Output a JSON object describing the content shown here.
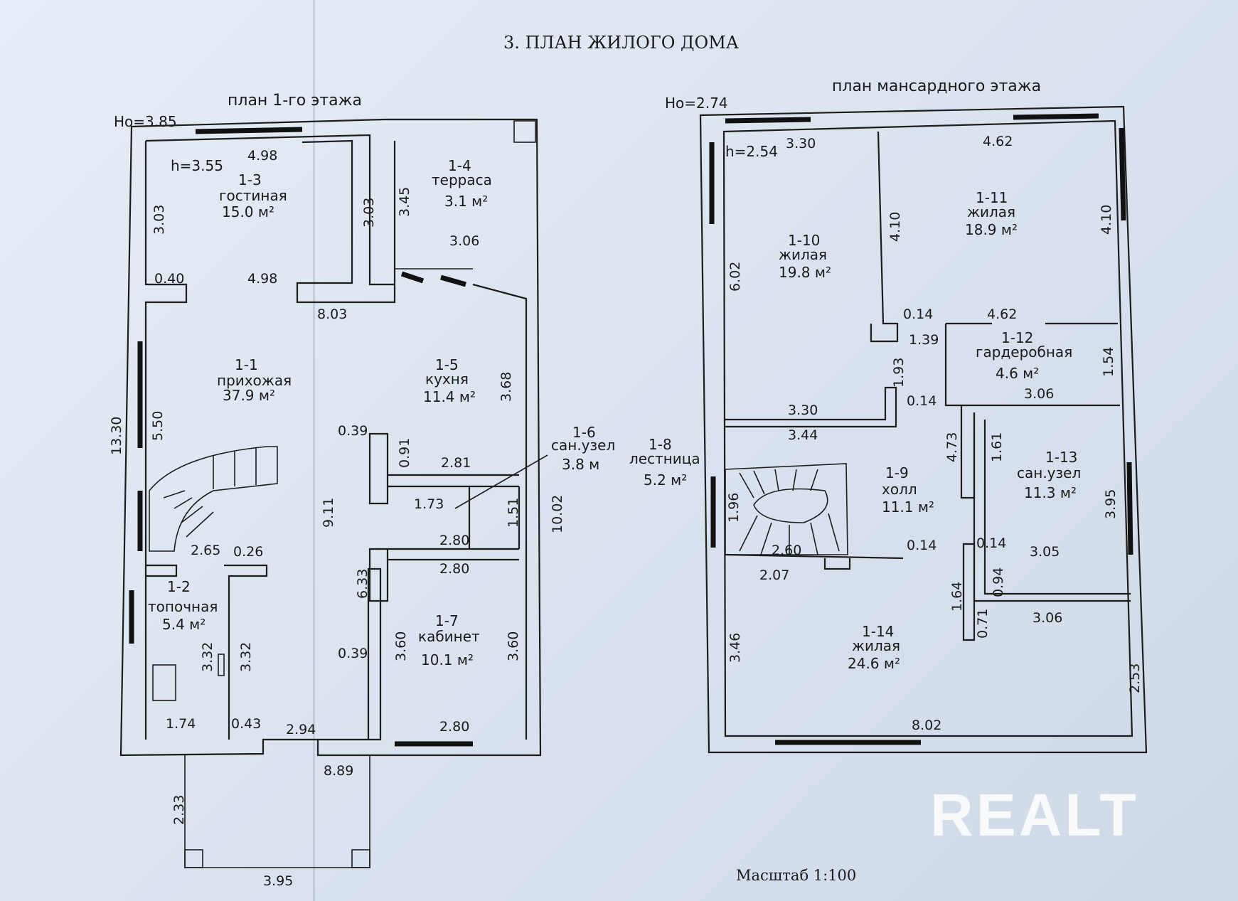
{
  "title": "3. ПЛАН ЖИЛОГО ДОМА",
  "scale": "Масштаб 1:100",
  "watermark": "REALT",
  "plans": {
    "first": {
      "caption": "план 1-го этажа",
      "ho": "Ho=3.85",
      "h": "h=3.55",
      "rooms": [
        {
          "id": "1-1",
          "name": "прихожая",
          "area": "37.9 м²"
        },
        {
          "id": "1-2",
          "name": "топочная",
          "area": "5.4 м²"
        },
        {
          "id": "1-3",
          "name": "гостиная",
          "area": "15.0 м²"
        },
        {
          "id": "1-4",
          "name": "терраса",
          "area": "3.1 м²"
        },
        {
          "id": "1-5",
          "name": "кухня",
          "area": "11.4 м²"
        },
        {
          "id": "1-6",
          "name": "сан.узел",
          "area": "3.8 м"
        },
        {
          "id": "1-7",
          "name": "кабинет",
          "area": "10.1 м²"
        }
      ],
      "dims": [
        "4.98",
        "3.03",
        "3.03",
        "3.45",
        "3.06",
        "0.40",
        "4.98",
        "8.03",
        "3.68",
        "13.30",
        "5.50",
        "0.39",
        "0.91",
        "2.81",
        "1.73",
        "9.11",
        "1.51",
        "10.02",
        "2.80",
        "2.80",
        "2.65",
        "0.26",
        "6.33",
        "3.32",
        "3.32",
        "0.39",
        "3.60",
        "3.60",
        "1.74",
        "0.43",
        "2.94",
        "2.80",
        "8.89",
        "2.33",
        "3.95"
      ]
    },
    "attic": {
      "caption": "план мансардного этажа",
      "ho": "Ho=2.74",
      "h": "h=2.54",
      "rooms": [
        {
          "id": "1-8",
          "name": "лестница",
          "area": "5.2 м²"
        },
        {
          "id": "1-9",
          "name": "холл",
          "area": "11.1 м²"
        },
        {
          "id": "1-10",
          "name": "жилая",
          "area": "19.8 м²"
        },
        {
          "id": "1-11",
          "name": "жилая",
          "area": "18.9 м²"
        },
        {
          "id": "1-12",
          "name": "гардеробная",
          "area": "4.6 м²"
        },
        {
          "id": "1-13",
          "name": "сан.узел",
          "area": "11.3 м²"
        },
        {
          "id": "1-14",
          "name": "жилая",
          "area": "24.6 м²"
        }
      ],
      "dims": [
        "3.30",
        "4.62",
        "4.10",
        "4.10",
        "6.02",
        "0.14",
        "1.39",
        "4.62",
        "1.93",
        "0.14",
        "1.54",
        "3.30",
        "3.44",
        "3.06",
        "4.73",
        "1.61",
        "1.96",
        "2.60",
        "2.07",
        "0.14",
        "0.14",
        "3.95",
        "3.05",
        "1.64",
        "0.94",
        "0.71",
        "3.06",
        "3.46",
        "2.53",
        "8.02"
      ]
    }
  }
}
